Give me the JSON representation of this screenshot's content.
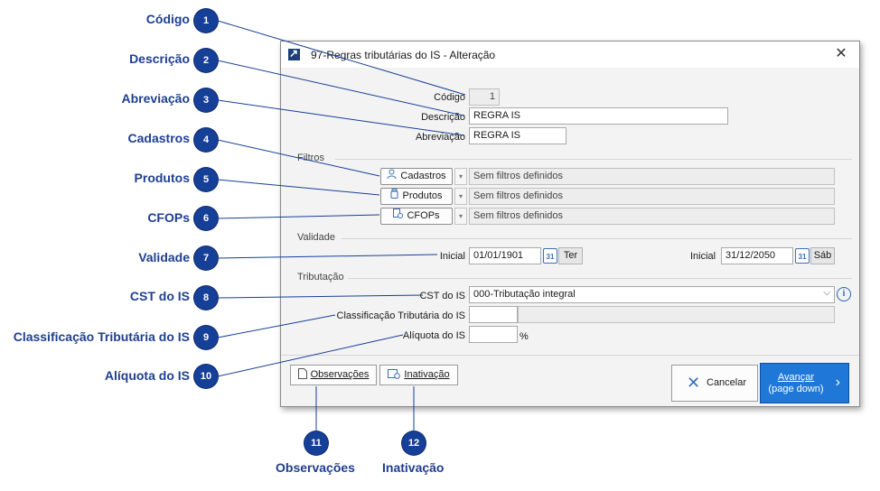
{
  "dialog": {
    "title": "97-Regras tributárias do IS - Alteração",
    "close_glyph": "✕",
    "codigo": {
      "label": "Código",
      "value": "1"
    },
    "descricao": {
      "label": "Descrição",
      "value": "REGRA IS"
    },
    "abreviacao": {
      "label": "Abreviação",
      "value": "REGRA IS"
    },
    "filtros": {
      "section": "Filtros",
      "cadastros": {
        "label": "Cadastros",
        "icon": "user-icon",
        "value": "Sem filtros definidos"
      },
      "produtos": {
        "label": "Produtos",
        "icon": "bottle-icon",
        "value": "Sem filtros definidos"
      },
      "cfops": {
        "label": "CFOPs",
        "icon": "document-icon",
        "value": "Sem filtros definidos"
      }
    },
    "validade": {
      "section": "Validade",
      "inicial_label": "Inicial",
      "inicial_value": "01/01/1901",
      "inicial_day": "Ter",
      "final_label": "Inicial",
      "final_value": "31/12/2050",
      "final_day": "Sáb",
      "calendar_day": "31"
    },
    "tributacao": {
      "section": "Tributação",
      "cst": {
        "label": "CST do IS",
        "value": "000-Tributação integral"
      },
      "classificacao": {
        "label": "Classificação Tributária do IS",
        "value": "",
        "desc": ""
      },
      "aliquota": {
        "label": "Alíquota do IS",
        "value": "",
        "unit": "%"
      }
    },
    "buttons": {
      "observacoes": "Observações",
      "inativacao": "Inativação",
      "cancelar": "Cancelar",
      "avancar": "Avançar",
      "avancar_sub": "(page down)"
    }
  },
  "callouts": [
    {
      "n": "1",
      "label": "Código"
    },
    {
      "n": "2",
      "label": "Descrição"
    },
    {
      "n": "3",
      "label": "Abreviação"
    },
    {
      "n": "4",
      "label": "Cadastros"
    },
    {
      "n": "5",
      "label": "Produtos"
    },
    {
      "n": "6",
      "label": "CFOPs"
    },
    {
      "n": "7",
      "label": "Validade"
    },
    {
      "n": "8",
      "label": "CST do IS"
    },
    {
      "n": "9",
      "label": "Classificação Tributária do IS"
    },
    {
      "n": "10",
      "label": "Alíquota do IS"
    },
    {
      "n": "11",
      "label": "Observações"
    },
    {
      "n": "12",
      "label": "Inativação"
    }
  ],
  "colors": {
    "callout": "#163f97",
    "accent": "#1f78d8"
  }
}
